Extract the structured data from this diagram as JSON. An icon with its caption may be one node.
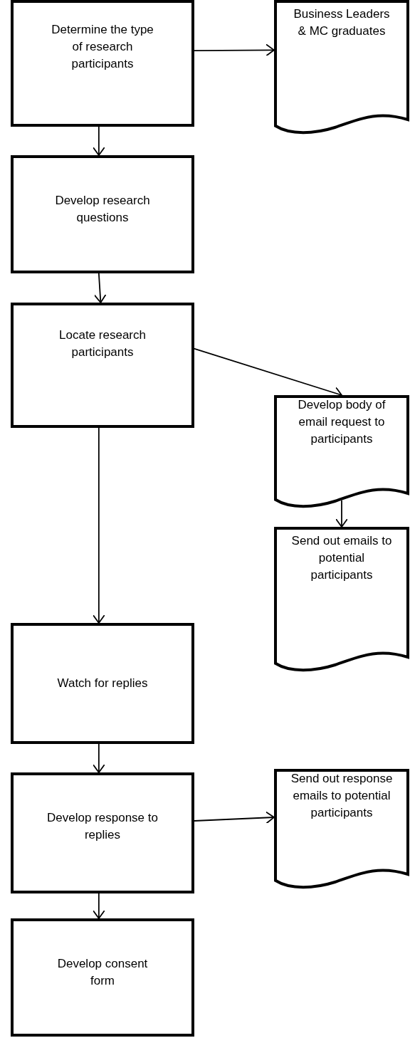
{
  "diagram": {
    "nodes": [
      {
        "text": [
          "Determine the type of research participants"
        ]
      },
      {
        "text": [
          "Business Leaders & MC graduates"
        ]
      },
      {
        "text": [
          "Develop research questions"
        ]
      },
      {
        "text": [
          "Locate research participants"
        ]
      },
      {
        "text": [
          "Develop body of email request to participants"
        ]
      },
      {
        "text": [
          "Send out emails to potential participants"
        ]
      },
      {
        "text": [
          "Watch for replies"
        ]
      },
      {
        "text": [
          "Develop response to replies"
        ]
      },
      {
        "text": [
          "Send out response emails to potential participants"
        ]
      },
      {
        "text": [
          "Develop consent form"
        ]
      }
    ],
    "edges": [
      {
        "from": 0,
        "to": 1,
        "arrow": "to"
      },
      {
        "from": 0,
        "to": 2,
        "arrow": "to"
      },
      {
        "from": 2,
        "to": 3,
        "arrow": "to"
      },
      {
        "from": 3,
        "to": 4,
        "arrow": "to"
      },
      {
        "from": 4,
        "to": 5,
        "arrow": "to"
      },
      {
        "from": 3,
        "to": 6,
        "arrow": "to"
      },
      {
        "from": 6,
        "to": 7,
        "arrow": "to"
      },
      {
        "from": 7,
        "to": 8,
        "arrow": "to"
      },
      {
        "from": 7,
        "to": 9,
        "arrow": "to"
      }
    ]
  }
}
